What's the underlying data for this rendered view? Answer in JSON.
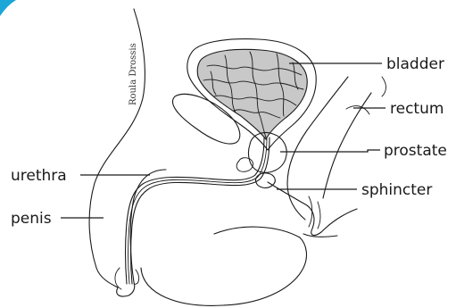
{
  "diagram": {
    "labels": {
      "bladder": "bladder",
      "rectum": "rectum",
      "prostate": "prostate",
      "urethra": "urethra",
      "sphincter": "sphincter",
      "penis": "penis"
    },
    "signature": "Roula Drossis"
  },
  "colors": {
    "corner_accent": "#1aa6d6",
    "bladder_fill": "#c8c8c8",
    "line": "#1a1a1a"
  }
}
